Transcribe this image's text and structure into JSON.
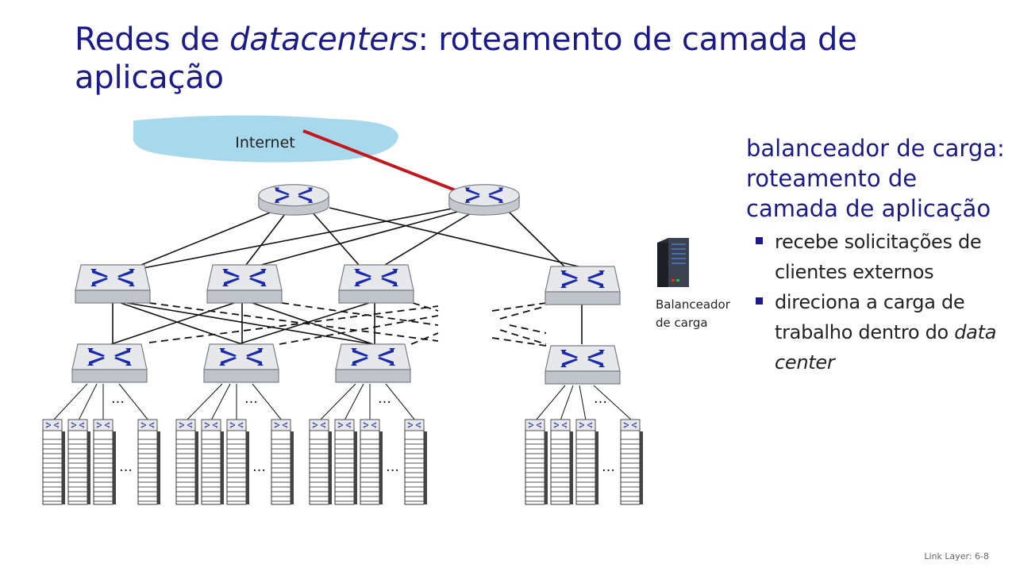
{
  "slide": {
    "title_part1": "Redes de ",
    "title_italic": "datacenters",
    "title_part2": ": roteamento de camada de aplicação",
    "footer": "Link Layer: 6-8"
  },
  "diagram": {
    "internet_label": "Internet",
    "load_balancer_label_line1": "Balanceador",
    "load_balancer_label_line2": "de carga",
    "ellipsis": "…",
    "colors": {
      "cloud": "#a8d8ec",
      "red_link": "#c0181c",
      "switch_top": "#e8eaee",
      "switch_side": "#b8bcc4",
      "arrow": "#1a2ab0"
    }
  },
  "sidebar": {
    "heading": "balanceador de carga: roteamento de camada de aplicação",
    "bullets": [
      {
        "text": "recebe solicitações de clientes externos"
      },
      {
        "text_before_italic": "direciona a carga de trabalho dentro do ",
        "text_italic": "data center"
      }
    ]
  }
}
